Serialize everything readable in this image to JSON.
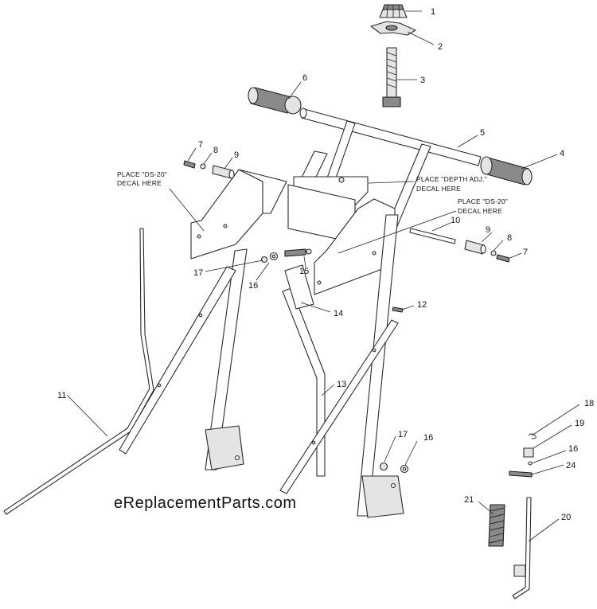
{
  "watermark": "eReplacementParts.com",
  "callouts": {
    "c1": "1",
    "c2": "2",
    "c3": "3",
    "c4": "4",
    "c5": "5",
    "c6": "6",
    "c7a": "7",
    "c8a": "8",
    "c9a": "9",
    "c10": "10",
    "c9b": "9",
    "c8b": "8",
    "c7b": "7",
    "c11": "11",
    "c12": "12",
    "c13": "13",
    "c14": "14",
    "c15": "15",
    "c16a": "16",
    "c17a": "17",
    "c17b": "17",
    "c16b": "16",
    "c18": "18",
    "c19": "19",
    "c16c": "16",
    "c24": "24",
    "c21": "21",
    "c20": "20"
  },
  "decals": {
    "left_line1": "PLACE \"DS-20\"",
    "left_line2": "DECAL HERE",
    "depth_line1": "PLACE \"DEPTH ADJ.\"",
    "depth_line2": "DECAL HERE",
    "right_line1": "PLACE \"DS-20\"",
    "right_line2": "DECAL HERE"
  }
}
